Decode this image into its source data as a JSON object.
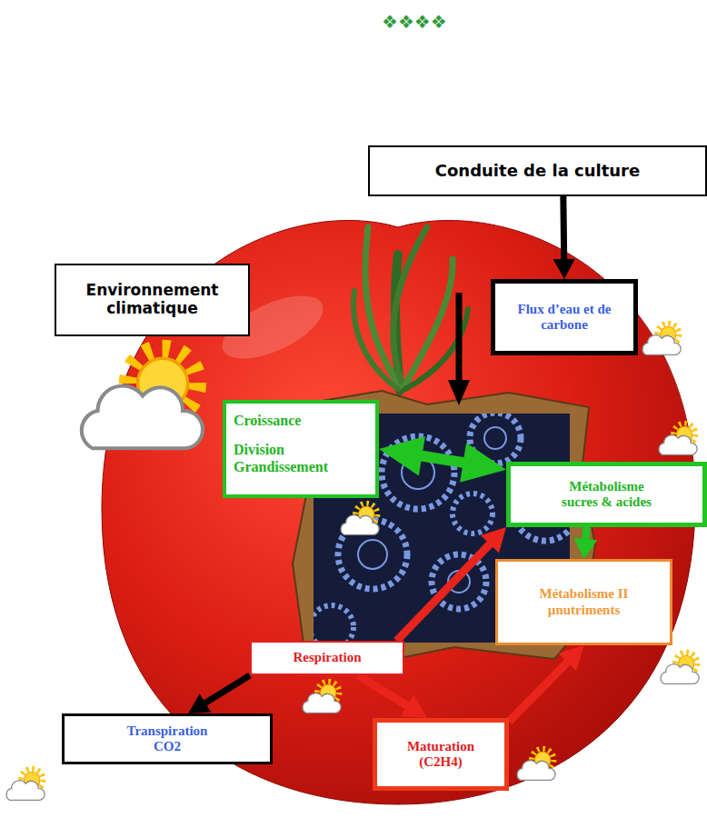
{
  "diagram": {
    "nodes": [
      {
        "text": [
          "Conduite de la culture"
        ]
      },
      {
        "text": [
          "Environnement climatique"
        ]
      },
      {
        "text": [
          "Flux d’eau et de carbone"
        ]
      },
      {
        "text": [
          "Croissance",
          "Division Grandissement"
        ]
      },
      {
        "text": [
          "Métabolisme sucres & acides"
        ]
      },
      {
        "text": [
          "Métabolisme II µnutriments"
        ]
      },
      {
        "text": [
          "Respiration"
        ]
      },
      {
        "text": [
          "Transpiration CO2"
        ]
      },
      {
        "text": [
          "Maturation (C2H4)"
        ]
      }
    ],
    "edges": [
      {
        "from": 0,
        "to": 2,
        "arrow": "to"
      },
      {
        "from": 3,
        "to": 4,
        "arrow": "both"
      },
      {
        "from": 4,
        "to": 5,
        "arrow": "to"
      },
      {
        "from": 6,
        "to": 4,
        "arrow": "to"
      },
      {
        "from": 6,
        "to": 8,
        "arrow": "to"
      },
      {
        "from": 8,
        "to": 5,
        "arrow": "to"
      },
      {
        "from": 6,
        "to": 7,
        "arrow": "to"
      }
    ],
    "labels": [
      "❖❖❖❖"
    ]
  }
}
